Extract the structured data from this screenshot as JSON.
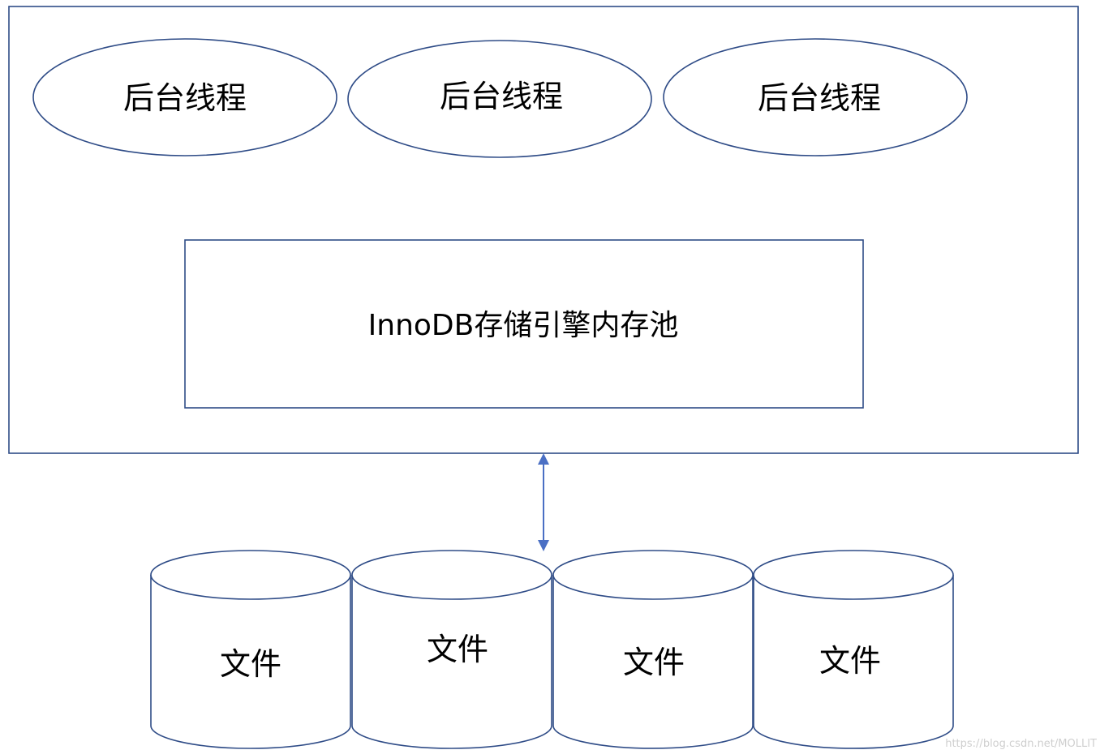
{
  "diagram": {
    "threads": [
      "后台线程",
      "后台线程",
      "后台线程"
    ],
    "pool_label": "InnoDB存储引擎内存池",
    "files": [
      "文件",
      "文件",
      "文件",
      "文件"
    ],
    "watermark": "https://blog.csdn.net/MOLLIT"
  },
  "colors": {
    "stroke": "#2F4C87",
    "arrow": "#4A6FC4",
    "text": "#000000",
    "watermark": "#CFCFCF"
  }
}
